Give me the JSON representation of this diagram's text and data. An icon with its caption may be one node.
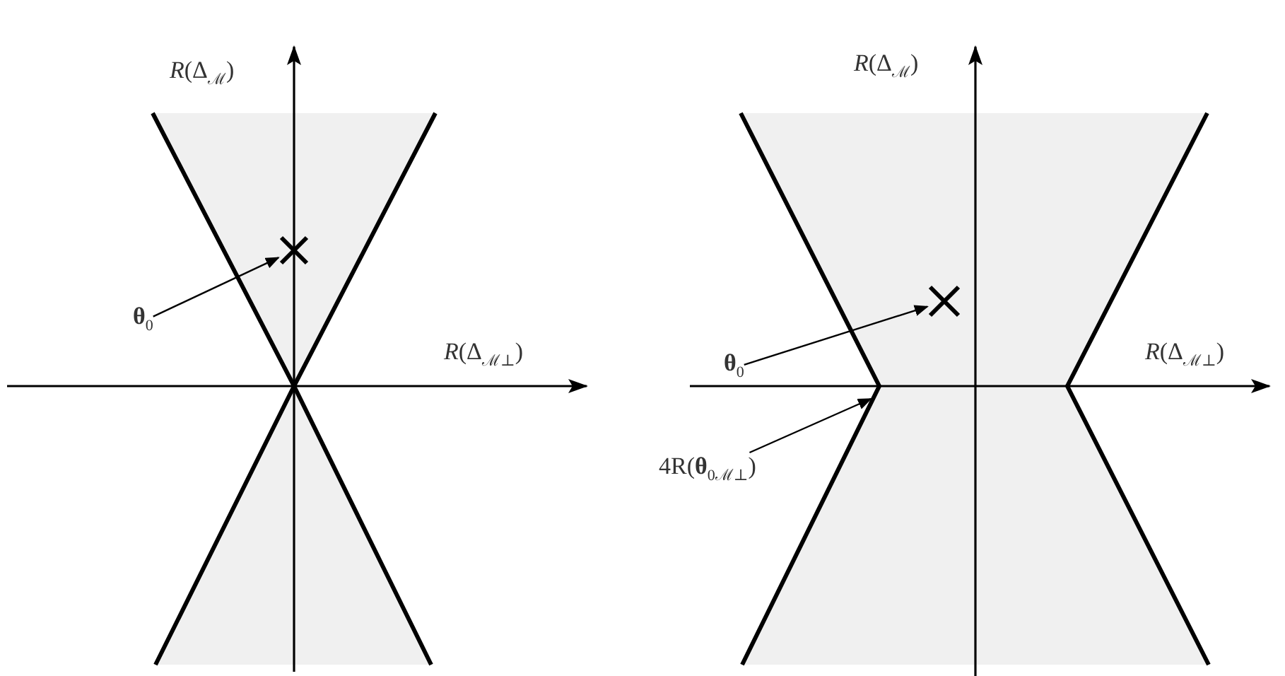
{
  "diagram": {
    "nodes": [
      {
        "text": [
          "**θ**$_{0}$"
        ]
      },
      {
        "text": [],
        "shape": "cross"
      },
      {
        "text": [
          "**θ**$_{0}$"
        ]
      },
      {
        "text": [],
        "shape": "cross"
      },
      {
        "text": [
          "4R(**θ**$_{0ℳ⊥}$)"
        ]
      }
    ],
    "edges": [
      {
        "from": 0,
        "to": 1,
        "arrow": "to"
      },
      {
        "from": 2,
        "to": 3,
        "arrow": "to"
      },
      {
        "from": 4,
        "to": null,
        "arrow": "to"
      }
    ],
    "labels": [
      "*R*(Δ$_{ℳ}$)",
      "*R*(Δ$_{ℳ}$)",
      "*R*(Δ$_{ℳ⊥}$)",
      "*R*(Δ$_{ℳ⊥}$)"
    ]
  }
}
